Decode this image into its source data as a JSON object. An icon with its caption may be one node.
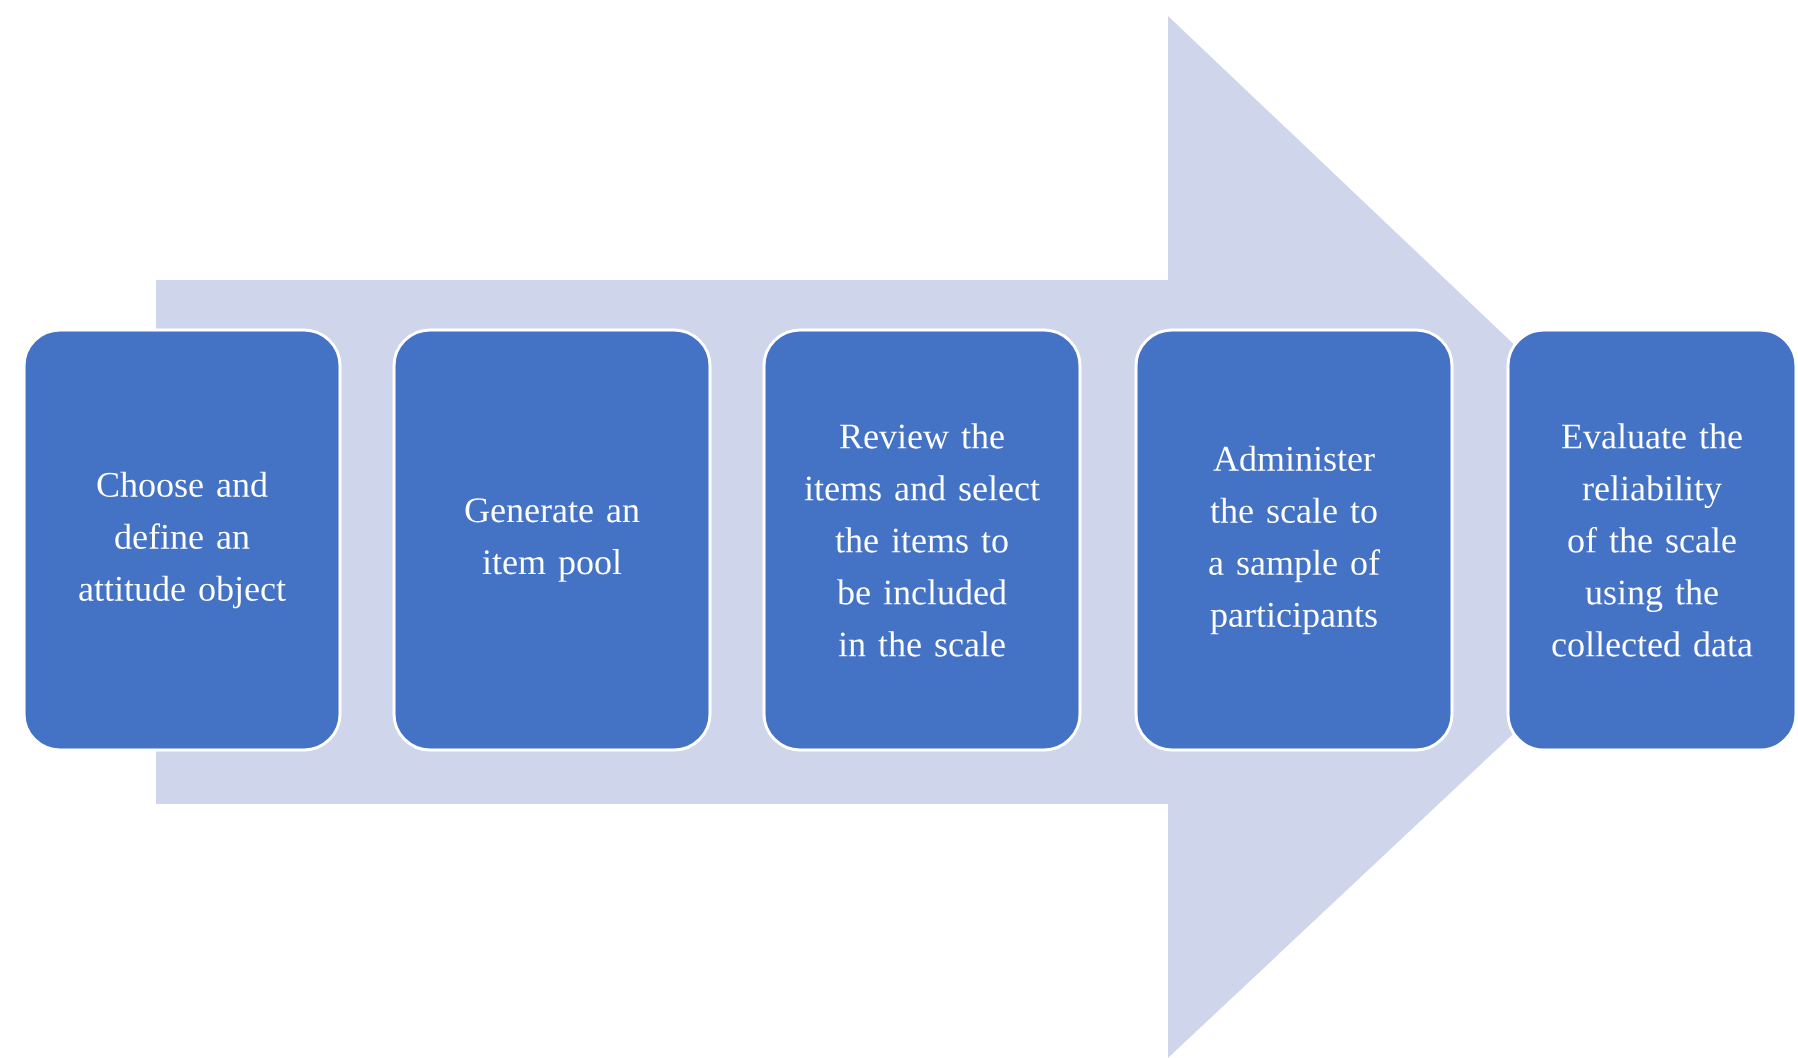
{
  "diagram": {
    "nodes": [
      {
        "text": [
          "Choose and define an attitude object"
        ]
      },
      {
        "text": [
          "Generate an item pool"
        ]
      },
      {
        "text": [
          "Review the items and select the items to be included in the scale"
        ]
      },
      {
        "text": [
          "Administer the scale to a sample of participants"
        ]
      },
      {
        "text": [
          "Evaluate the reliability of the scale using the collected data"
        ]
      }
    ],
    "edges": [
      {
        "from": 0,
        "to": 4,
        "arrow": "to"
      }
    ]
  }
}
